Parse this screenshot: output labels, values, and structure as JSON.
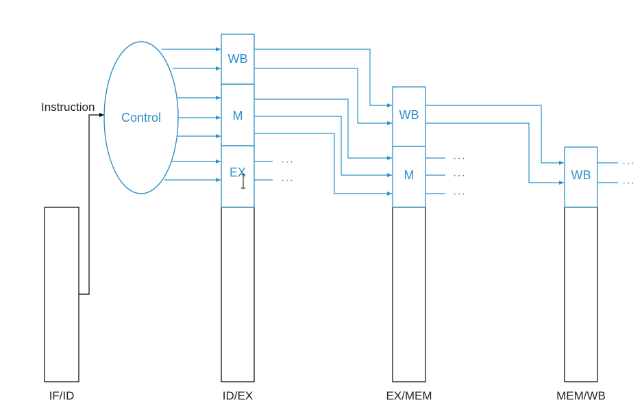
{
  "diagram": {
    "instruction_label": "Instruction",
    "control_label": "Control",
    "ellipsis": "···",
    "registers": {
      "if_id": "IF/ID",
      "id_ex": "ID/EX",
      "ex_mem": "EX/MEM",
      "mem_wb": "MEM/WB"
    },
    "fields": {
      "wb": "WB",
      "m": "M",
      "ex": "EX"
    },
    "colors": {
      "control_blue": "#2b8fcb",
      "outline": "#000000"
    }
  }
}
